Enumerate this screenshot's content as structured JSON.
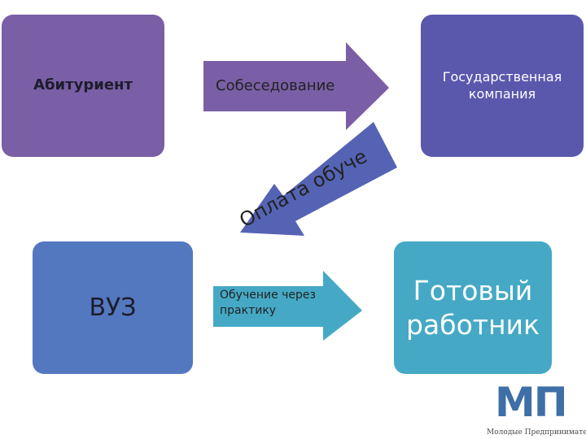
{
  "nodes": {
    "applicant": "Абитуриент",
    "company": "Государственная компания",
    "university": "ВУЗ",
    "worker": "Готовый работник"
  },
  "arrows": {
    "interview": "Собеседование",
    "payment": "Оплата обучения",
    "practice": "Обучение через практику"
  },
  "logo": {
    "text": "МП",
    "subtitle": "Молодые Предприниматели"
  },
  "colors": {
    "applicant": "#7a5ea6",
    "company": "#5a58ad",
    "university": "#5478c0",
    "worker": "#45a9c6",
    "arrow_interview": "#7a5ea6",
    "arrow_payment": "#5563b4",
    "arrow_practice": "#45a9c6"
  }
}
